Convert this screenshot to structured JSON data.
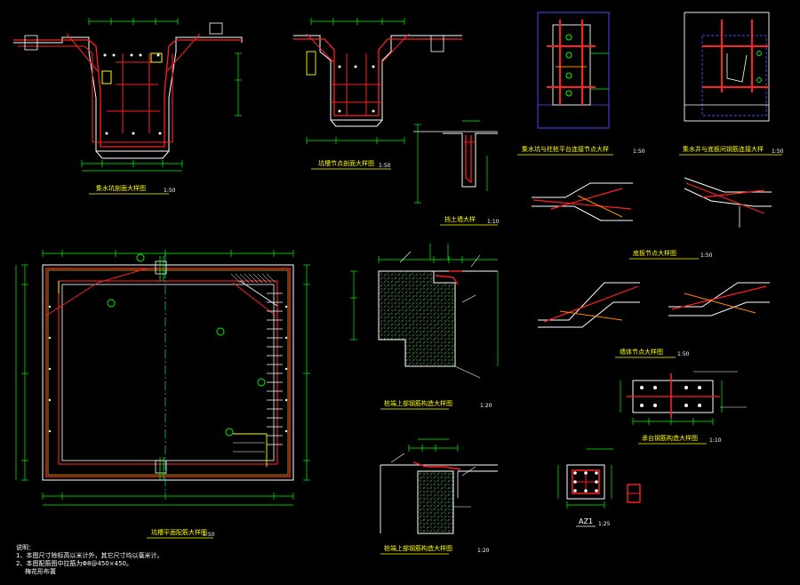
{
  "drawing": {
    "background": "#000000",
    "colors": {
      "rebar": "#ff2020",
      "concrete": "#ffffff",
      "dimension": "#00ff00",
      "leader": "#ffffff",
      "hatch": "#00cc00",
      "axis": "#00ffff",
      "note": "#ffffff",
      "frame": "#4a4aff",
      "yellow": "#ffff00",
      "orange": "#ff8800"
    },
    "scale_labels": {
      "s150": "1:50",
      "s120": "1:20",
      "s110": "1:10",
      "s125": "1:25"
    }
  },
  "details": {
    "d1": {
      "title": "集水坑剖面大样图",
      "scale": "1:50"
    },
    "d2": {
      "title": "坑槽节点剖面大样图",
      "scale": "1:50"
    },
    "d3": {
      "title": "挡土墙大样",
      "scale": "1:10"
    },
    "d4": {
      "title": "集水坑与柱桩平台连接节点大样",
      "scale": "1:50"
    },
    "d5": {
      "title": "集水井与底板间钢筋连接大样",
      "scale": "1:50"
    },
    "d6": {
      "title": "底板节点大样图",
      "scale": "1:50"
    },
    "d7": {
      "title": "墙体节点大样图",
      "scale": "1:50"
    },
    "d8": {
      "title": "坑槽平面配筋大样图",
      "scale": "1:50"
    },
    "d9": {
      "title": "桩端上部钢筋构造大样图",
      "scale": "1:20"
    },
    "d10": {
      "title": "桩端上部钢筋构造大样图",
      "scale": "1:20"
    },
    "d11": {
      "title": "承台钢筋构造大样图",
      "scale": "1:10"
    },
    "d12": {
      "title": "AZ1",
      "scale": "1:25"
    }
  },
  "notes": {
    "heading": "说明：",
    "line1": "1、本图尺寸除标高以米计外，其它尺寸均以毫米计。",
    "line2": "2、本图配筋图中拉筋为Φ8@450×450。",
    "line3": "梅花形布置"
  }
}
